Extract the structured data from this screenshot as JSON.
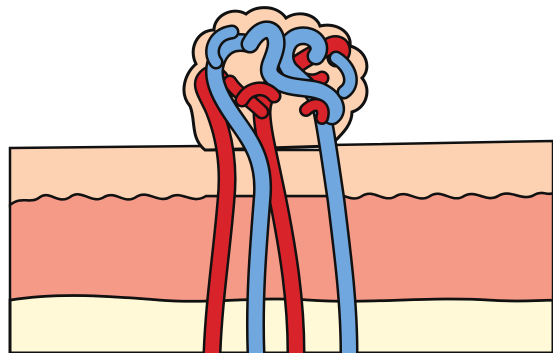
{
  "diagram": {
    "layers": [
      {
        "name": "epidermis",
        "color": "#FDD2B3"
      },
      {
        "name": "dermis",
        "color": "#F69A88"
      },
      {
        "name": "subcutaneous",
        "color": "#FFF9D7"
      }
    ],
    "vessels": [
      {
        "type": "artery",
        "color": "#D9232A"
      },
      {
        "type": "vein",
        "color": "#6FA7DE"
      }
    ],
    "growth": {
      "name": "lobular-capillary-growth",
      "color": "#FDD2B3"
    },
    "outline_color": "#111111"
  }
}
